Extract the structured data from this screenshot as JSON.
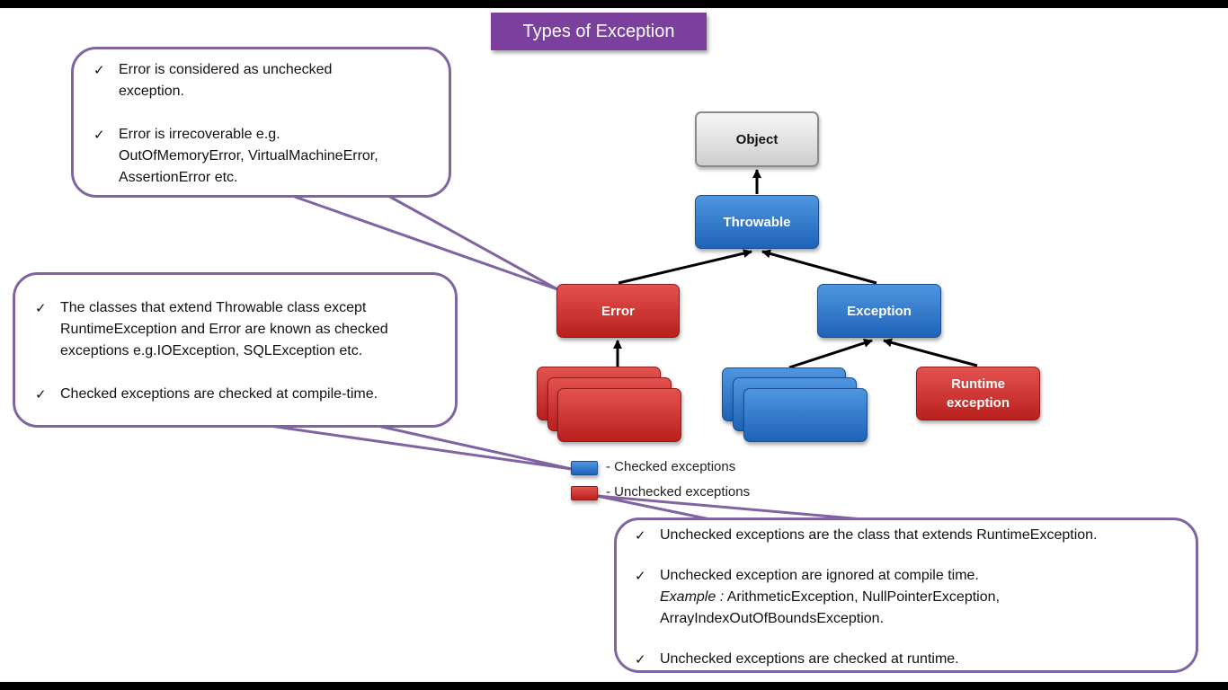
{
  "title": "Types of Exception",
  "nodes": {
    "object": "Object",
    "throwable": "Throwable",
    "error": "Error",
    "exception": "Exception",
    "runtime_line1": "Runtime",
    "runtime_line2": "exception"
  },
  "legend": {
    "checked": "- Checked exceptions",
    "unchecked": "- Unchecked exceptions",
    "checked_color": "#2e78d2",
    "unchecked_color": "#d23230"
  },
  "colors": {
    "accent": "#7b3f9e",
    "callout_border": "#8064a2"
  },
  "callouts": {
    "error": {
      "items": [
        {
          "line1": "Error is considered as unchecked",
          "line2": "exception."
        },
        {
          "line1": "Error is irrecoverable e.g.",
          "line2": "OutOfMemoryError, VirtualMachineError,",
          "line3": "AssertionError etc."
        }
      ]
    },
    "checked": {
      "items": [
        {
          "line1": "The classes that extend Throwable class except",
          "line2": "RuntimeException and Error are known as checked",
          "line3": "exceptions e.g.IOException, SQLException etc."
        },
        {
          "line1": "Checked exceptions are checked at compile-time."
        }
      ]
    },
    "unchecked": {
      "items": [
        {
          "line1": "Unchecked exceptions are the class that extends RuntimeException."
        },
        {
          "line1": "Unchecked exception are ignored at compile time.",
          "example_label": "Example :",
          "example_text": " ArithmeticException, NullPointerException,",
          "line3": "ArrayIndexOutOfBoundsException."
        },
        {
          "line1": "Unchecked exceptions are checked at runtime."
        }
      ]
    }
  }
}
